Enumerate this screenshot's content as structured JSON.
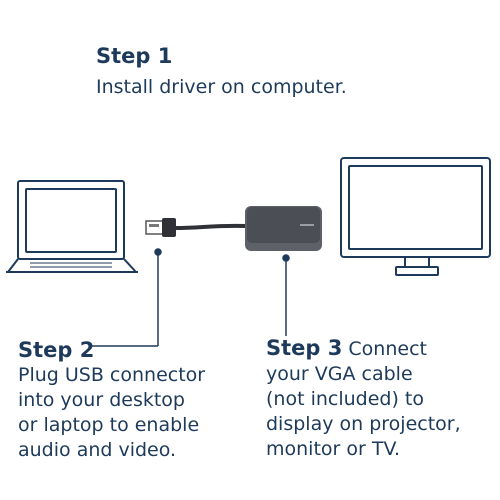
{
  "step1": {
    "title": "Step 1",
    "text": "Install driver on computer."
  },
  "step2": {
    "title": "Step 2",
    "text": "Plug USB connector\ninto your desktop\nor laptop to enable\naudio and video."
  },
  "step3": {
    "title": "Step 3",
    "first_line_rest": " Connect",
    "text": "your VGA cable\n(not included) to\ndisplay on projector,\nmonitor or TV."
  },
  "colors": {
    "text": "#1e3a5a",
    "outline": "#1e3a5a",
    "adapter_body": "#5e6168",
    "adapter_top": "#4b4e55",
    "cable": "#2f3136"
  },
  "icons": {
    "laptop": "laptop-icon",
    "monitor": "monitor-icon",
    "adapter": "usb-vga-adapter-icon",
    "usb_plug": "usb-plug-icon"
  }
}
